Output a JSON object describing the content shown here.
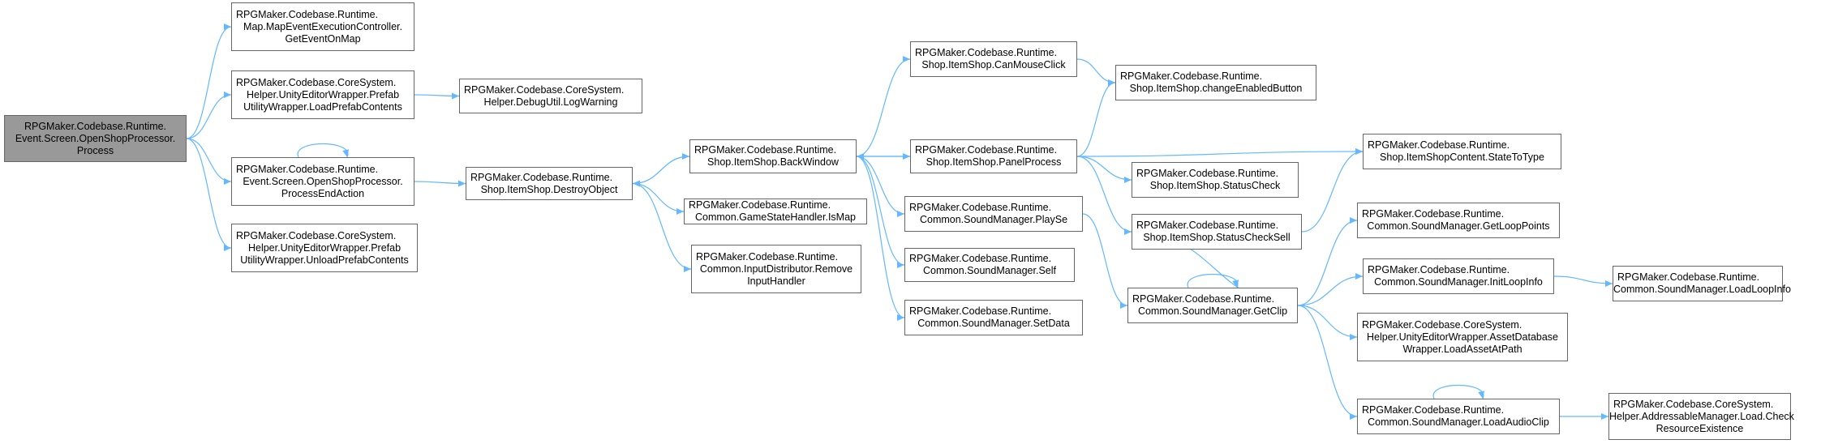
{
  "nodes": {
    "n0": {
      "lines": [
        "RPGMaker.Codebase.Runtime.",
        "Event.Screen.OpenShopProcessor.",
        "Process"
      ]
    },
    "n1": {
      "lines": [
        "RPGMaker.Codebase.Runtime.",
        "Map.MapEventExecutionController.",
        "GetEventOnMap"
      ]
    },
    "n2": {
      "lines": [
        "RPGMaker.Codebase.CoreSystem.",
        "Helper.UnityEditorWrapper.Prefab",
        "UtilityWrapper.LoadPrefabContents"
      ]
    },
    "n3": {
      "lines": [
        "RPGMaker.Codebase.Runtime.",
        "Event.Screen.OpenShopProcessor.",
        "ProcessEndAction"
      ]
    },
    "n4": {
      "lines": [
        "RPGMaker.Codebase.CoreSystem.",
        "Helper.UnityEditorWrapper.Prefab",
        "UtilityWrapper.UnloadPrefabContents"
      ]
    },
    "n5": {
      "lines": [
        "RPGMaker.Codebase.CoreSystem.",
        "Helper.DebugUtil.LogWarning"
      ]
    },
    "n6": {
      "lines": [
        "RPGMaker.Codebase.Runtime.",
        "Shop.ItemShop.DestroyObject"
      ]
    },
    "n7": {
      "lines": [
        "RPGMaker.Codebase.Runtime.",
        "Shop.ItemShop.BackWindow"
      ]
    },
    "n8": {
      "lines": [
        "RPGMaker.Codebase.Runtime.",
        "Common.GameStateHandler.IsMap"
      ]
    },
    "n9": {
      "lines": [
        "RPGMaker.Codebase.Runtime.",
        "Common.InputDistributor.Remove",
        "InputHandler"
      ]
    },
    "n10": {
      "lines": [
        "RPGMaker.Codebase.Runtime.",
        "Shop.ItemShop.CanMouseClick"
      ]
    },
    "n11": {
      "lines": [
        "RPGMaker.Codebase.Runtime.",
        "Shop.ItemShop.PanelProcess"
      ]
    },
    "n12": {
      "lines": [
        "RPGMaker.Codebase.Runtime.",
        "Common.SoundManager.PlaySe"
      ]
    },
    "n13": {
      "lines": [
        "RPGMaker.Codebase.Runtime.",
        "Common.SoundManager.Self"
      ]
    },
    "n14": {
      "lines": [
        "RPGMaker.Codebase.Runtime.",
        "Common.SoundManager.SetData"
      ]
    },
    "n15": {
      "lines": [
        "RPGMaker.Codebase.Runtime.",
        "Shop.ItemShop.changeEnabledButton"
      ]
    },
    "n16": {
      "lines": [
        "RPGMaker.Codebase.Runtime.",
        "Shop.ItemShop.StatusCheck"
      ]
    },
    "n17": {
      "lines": [
        "RPGMaker.Codebase.Runtime.",
        "Shop.ItemShop.StatusCheckSell"
      ]
    },
    "n18": {
      "lines": [
        "RPGMaker.Codebase.Runtime.",
        "Common.SoundManager.GetClip"
      ]
    },
    "n19": {
      "lines": [
        "RPGMaker.Codebase.Runtime.",
        "Shop.ItemShopContent.StateToType"
      ]
    },
    "n20": {
      "lines": [
        "RPGMaker.Codebase.Runtime.",
        "Common.SoundManager.GetLoopPoints"
      ]
    },
    "n21": {
      "lines": [
        "RPGMaker.Codebase.Runtime.",
        "Common.SoundManager.InitLoopInfo"
      ]
    },
    "n22": {
      "lines": [
        "RPGMaker.Codebase.CoreSystem.",
        "Helper.UnityEditorWrapper.AssetDatabase",
        "Wrapper.LoadAssetAtPath"
      ]
    },
    "n23": {
      "lines": [
        "RPGMaker.Codebase.Runtime.",
        "Common.SoundManager.LoadAudioClip"
      ]
    },
    "n24": {
      "lines": [
        "RPGMaker.Codebase.Runtime.",
        "Common.SoundManager.LoadLoopInfo"
      ]
    },
    "n25": {
      "lines": [
        "RPGMaker.Codebase.CoreSystem.",
        "Helper.AddressableManager.Load.Check",
        "ResourceExistence"
      ]
    }
  },
  "edges": [
    [
      "n0",
      "n1"
    ],
    [
      "n0",
      "n2"
    ],
    [
      "n0",
      "n3"
    ],
    [
      "n0",
      "n4"
    ],
    [
      "n2",
      "n5"
    ],
    [
      "n3",
      "n3"
    ],
    [
      "n3",
      "n6"
    ],
    [
      "n6",
      "n7"
    ],
    [
      "n6",
      "n8"
    ],
    [
      "n6",
      "n9"
    ],
    [
      "n7",
      "n6"
    ],
    [
      "n7",
      "n10"
    ],
    [
      "n7",
      "n11"
    ],
    [
      "n7",
      "n12"
    ],
    [
      "n7",
      "n13"
    ],
    [
      "n7",
      "n14"
    ],
    [
      "n10",
      "n15"
    ],
    [
      "n11",
      "n7"
    ],
    [
      "n11",
      "n15"
    ],
    [
      "n11",
      "n16"
    ],
    [
      "n11",
      "n17"
    ],
    [
      "n11",
      "n19"
    ],
    [
      "n12",
      "n18"
    ],
    [
      "n17",
      "n19"
    ],
    [
      "n17",
      "n18"
    ],
    [
      "n18",
      "n18"
    ],
    [
      "n18",
      "n20"
    ],
    [
      "n18",
      "n21"
    ],
    [
      "n18",
      "n22"
    ],
    [
      "n18",
      "n23"
    ],
    [
      "n21",
      "n24"
    ],
    [
      "n23",
      "n23"
    ],
    [
      "n23",
      "n25"
    ]
  ],
  "colors": {
    "edge": "#63b8ff",
    "node_border": "#666666",
    "root_fill": "#999999"
  }
}
